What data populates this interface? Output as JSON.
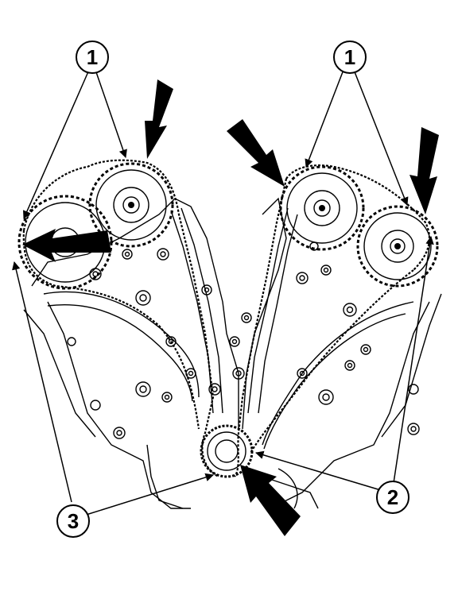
{
  "figure": {
    "callouts": [
      {
        "id": "callout-1-left",
        "label": "1"
      },
      {
        "id": "callout-1-right",
        "label": "1"
      },
      {
        "id": "callout-2",
        "label": "2"
      },
      {
        "id": "callout-3",
        "label": "3"
      }
    ]
  },
  "colors": {
    "ink": "#000000",
    "paper": "#ffffff"
  }
}
